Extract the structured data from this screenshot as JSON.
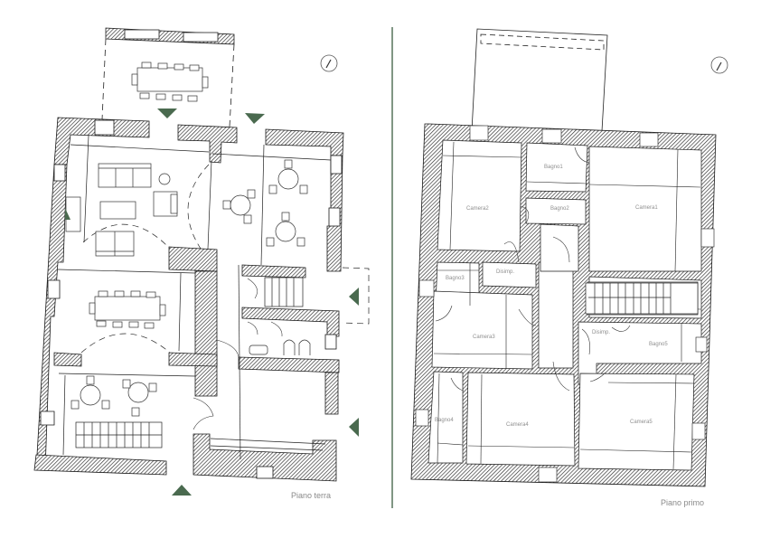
{
  "colors": {
    "background": "#ffffff",
    "wall_stroke": "#1a1a1a",
    "hatch": "#2a2a2a",
    "accent_arrow": "#4a6a4f",
    "divider": "#4a6a4f",
    "label": "#8a8a8a"
  },
  "ground_floor": {
    "title": "Piano terra",
    "icons": [
      "north-compass-icon",
      "entrance-arrow-icon",
      "dining-table-icon",
      "sofa-icon",
      "armchair-icon",
      "round-table-icon",
      "stairs-icon",
      "sink-icon",
      "toilet-icon",
      "bidet-icon",
      "fireplace-icon"
    ]
  },
  "first_floor": {
    "title": "Piano primo",
    "rooms": {
      "camera1": "Camera1",
      "camera2": "Camera2",
      "camera3": "Camera3",
      "camera4": "Camera4",
      "camera5": "Camera5",
      "bagno1": "Bagno1",
      "bagno2": "Bagno2",
      "bagno3": "Bagno3",
      "bagno4": "Bagno4",
      "bagno5": "Bagno5",
      "disimp1": "Disimp.",
      "disimp2": "Disimp."
    }
  }
}
